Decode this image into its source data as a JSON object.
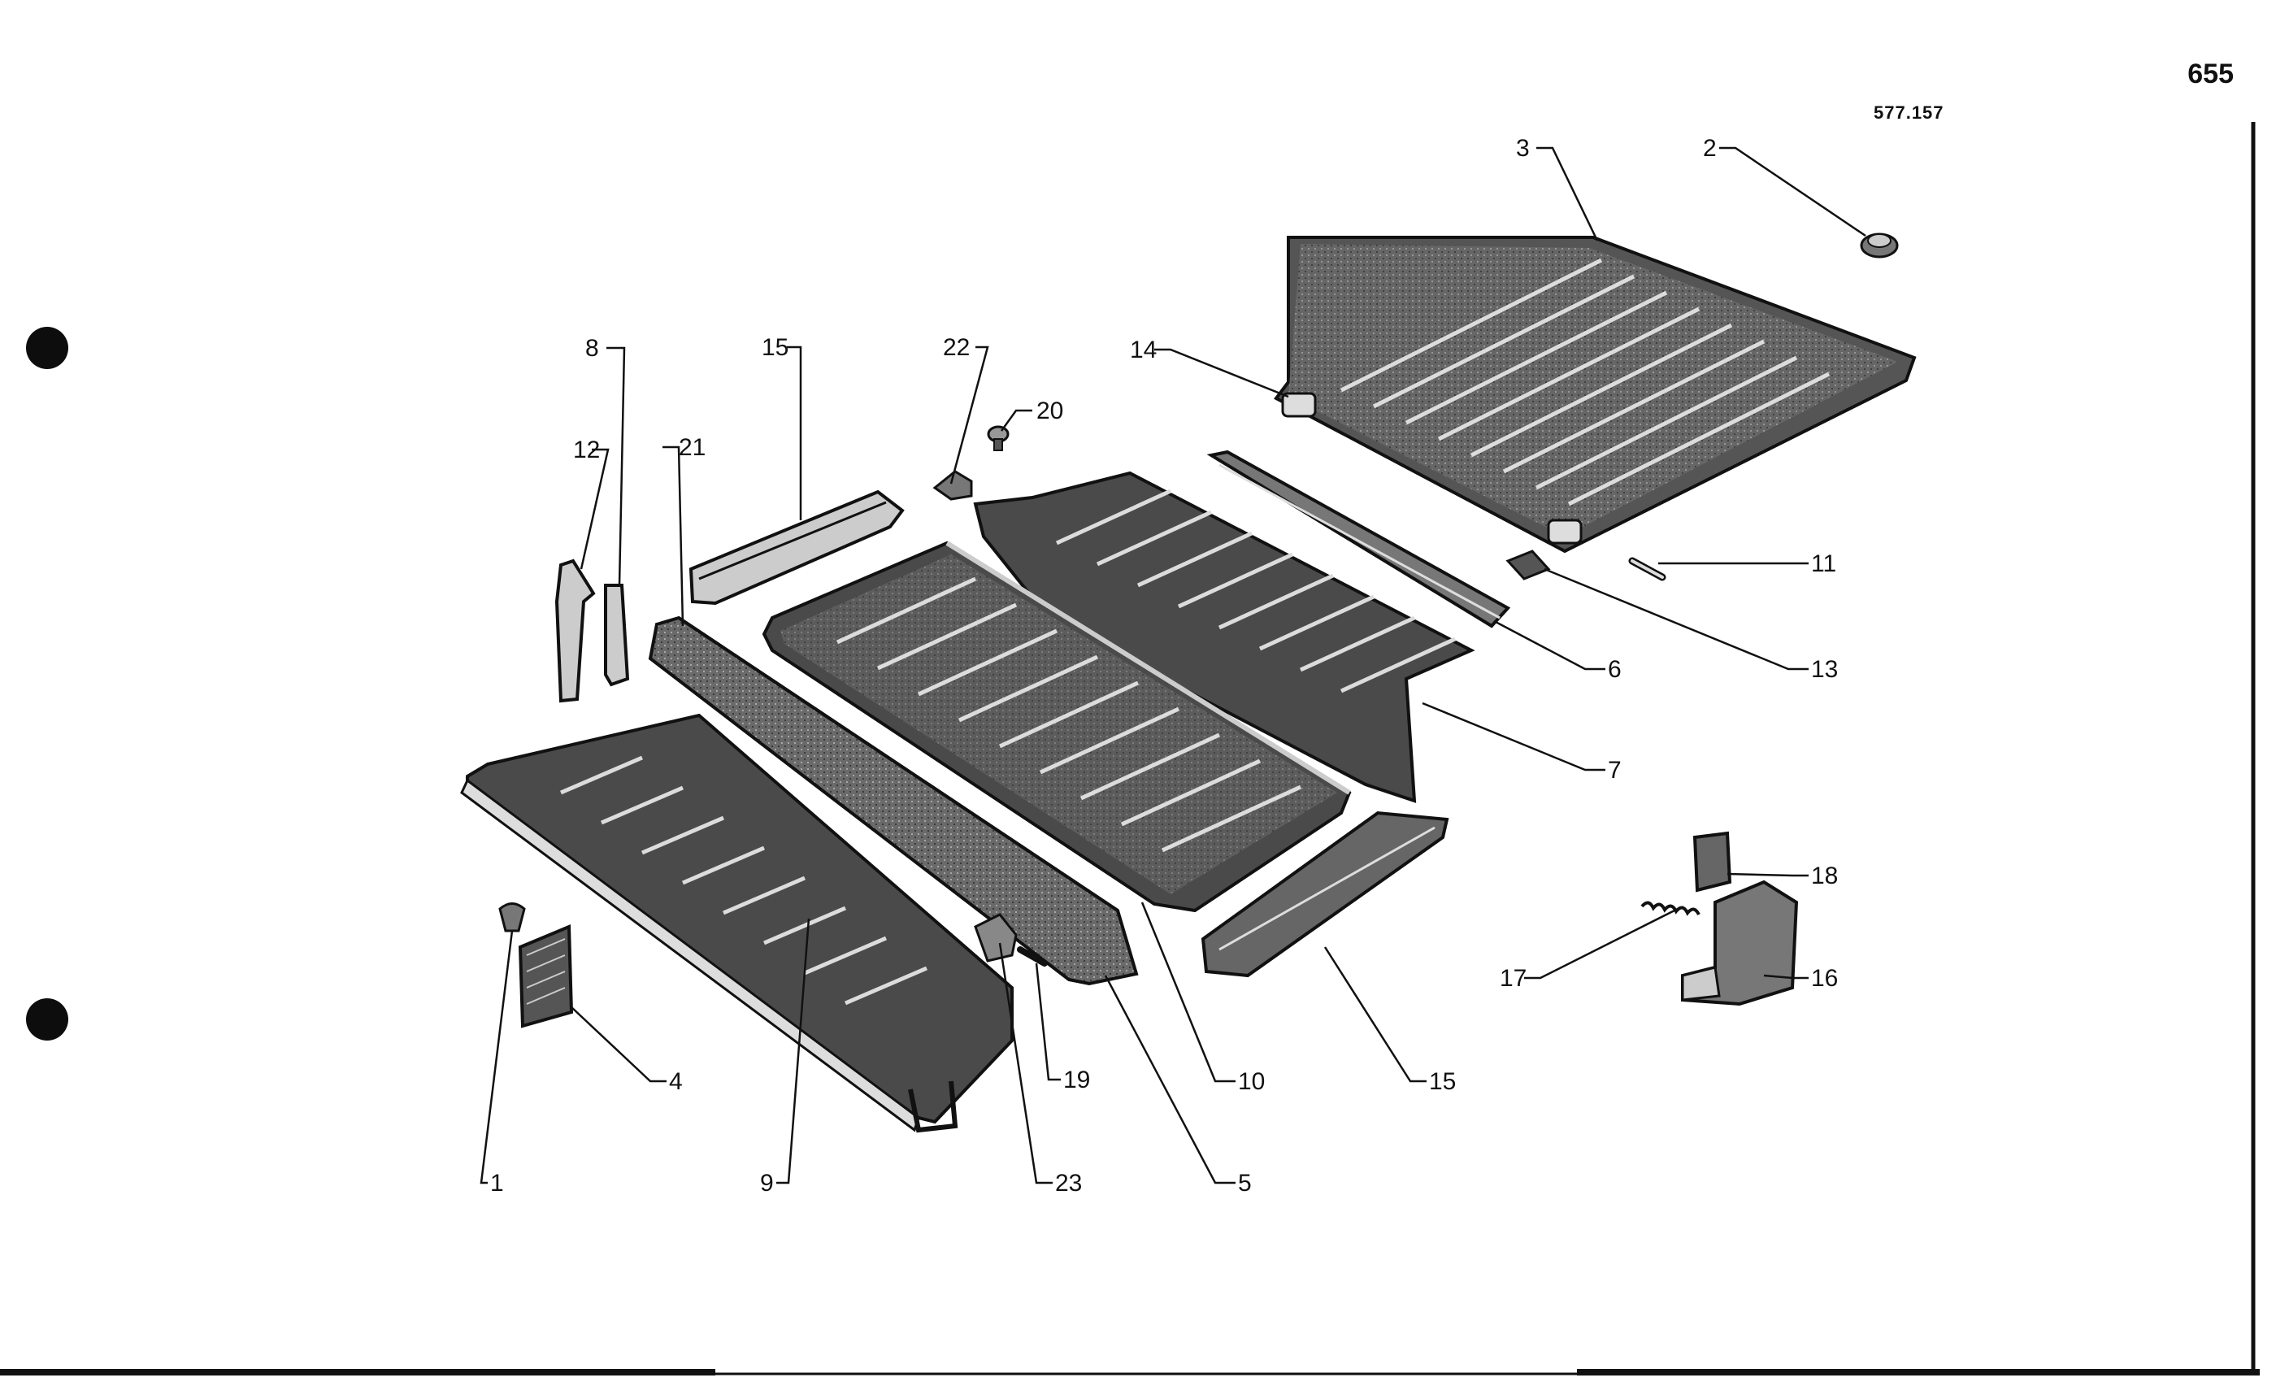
{
  "page_number": "655",
  "drawing_ref": "577.157",
  "callouts": [
    {
      "id": "c1",
      "label": "1"
    },
    {
      "id": "c2",
      "label": "2"
    },
    {
      "id": "c3",
      "label": "3"
    },
    {
      "id": "c4",
      "label": "4"
    },
    {
      "id": "c5",
      "label": "5"
    },
    {
      "id": "c6",
      "label": "6"
    },
    {
      "id": "c7",
      "label": "7"
    },
    {
      "id": "c8",
      "label": "8"
    },
    {
      "id": "c9",
      "label": "9"
    },
    {
      "id": "c10",
      "label": "10"
    },
    {
      "id": "c11",
      "label": "11"
    },
    {
      "id": "c12",
      "label": "12"
    },
    {
      "id": "c13",
      "label": "13"
    },
    {
      "id": "c14",
      "label": "14"
    },
    {
      "id": "c15a",
      "label": "15"
    },
    {
      "id": "c15b",
      "label": "15"
    },
    {
      "id": "c16",
      "label": "16"
    },
    {
      "id": "c17",
      "label": "17"
    },
    {
      "id": "c18",
      "label": "18"
    },
    {
      "id": "c19",
      "label": "19"
    },
    {
      "id": "c20",
      "label": "20"
    },
    {
      "id": "c21",
      "label": "21"
    },
    {
      "id": "c22",
      "label": "22"
    },
    {
      "id": "c23",
      "label": "23"
    }
  ],
  "colors": {
    "ink": "#111111",
    "panel_fill": "#4a4a4a",
    "panel_light": "#8a8a8a",
    "rib": "#d8d8d8"
  }
}
